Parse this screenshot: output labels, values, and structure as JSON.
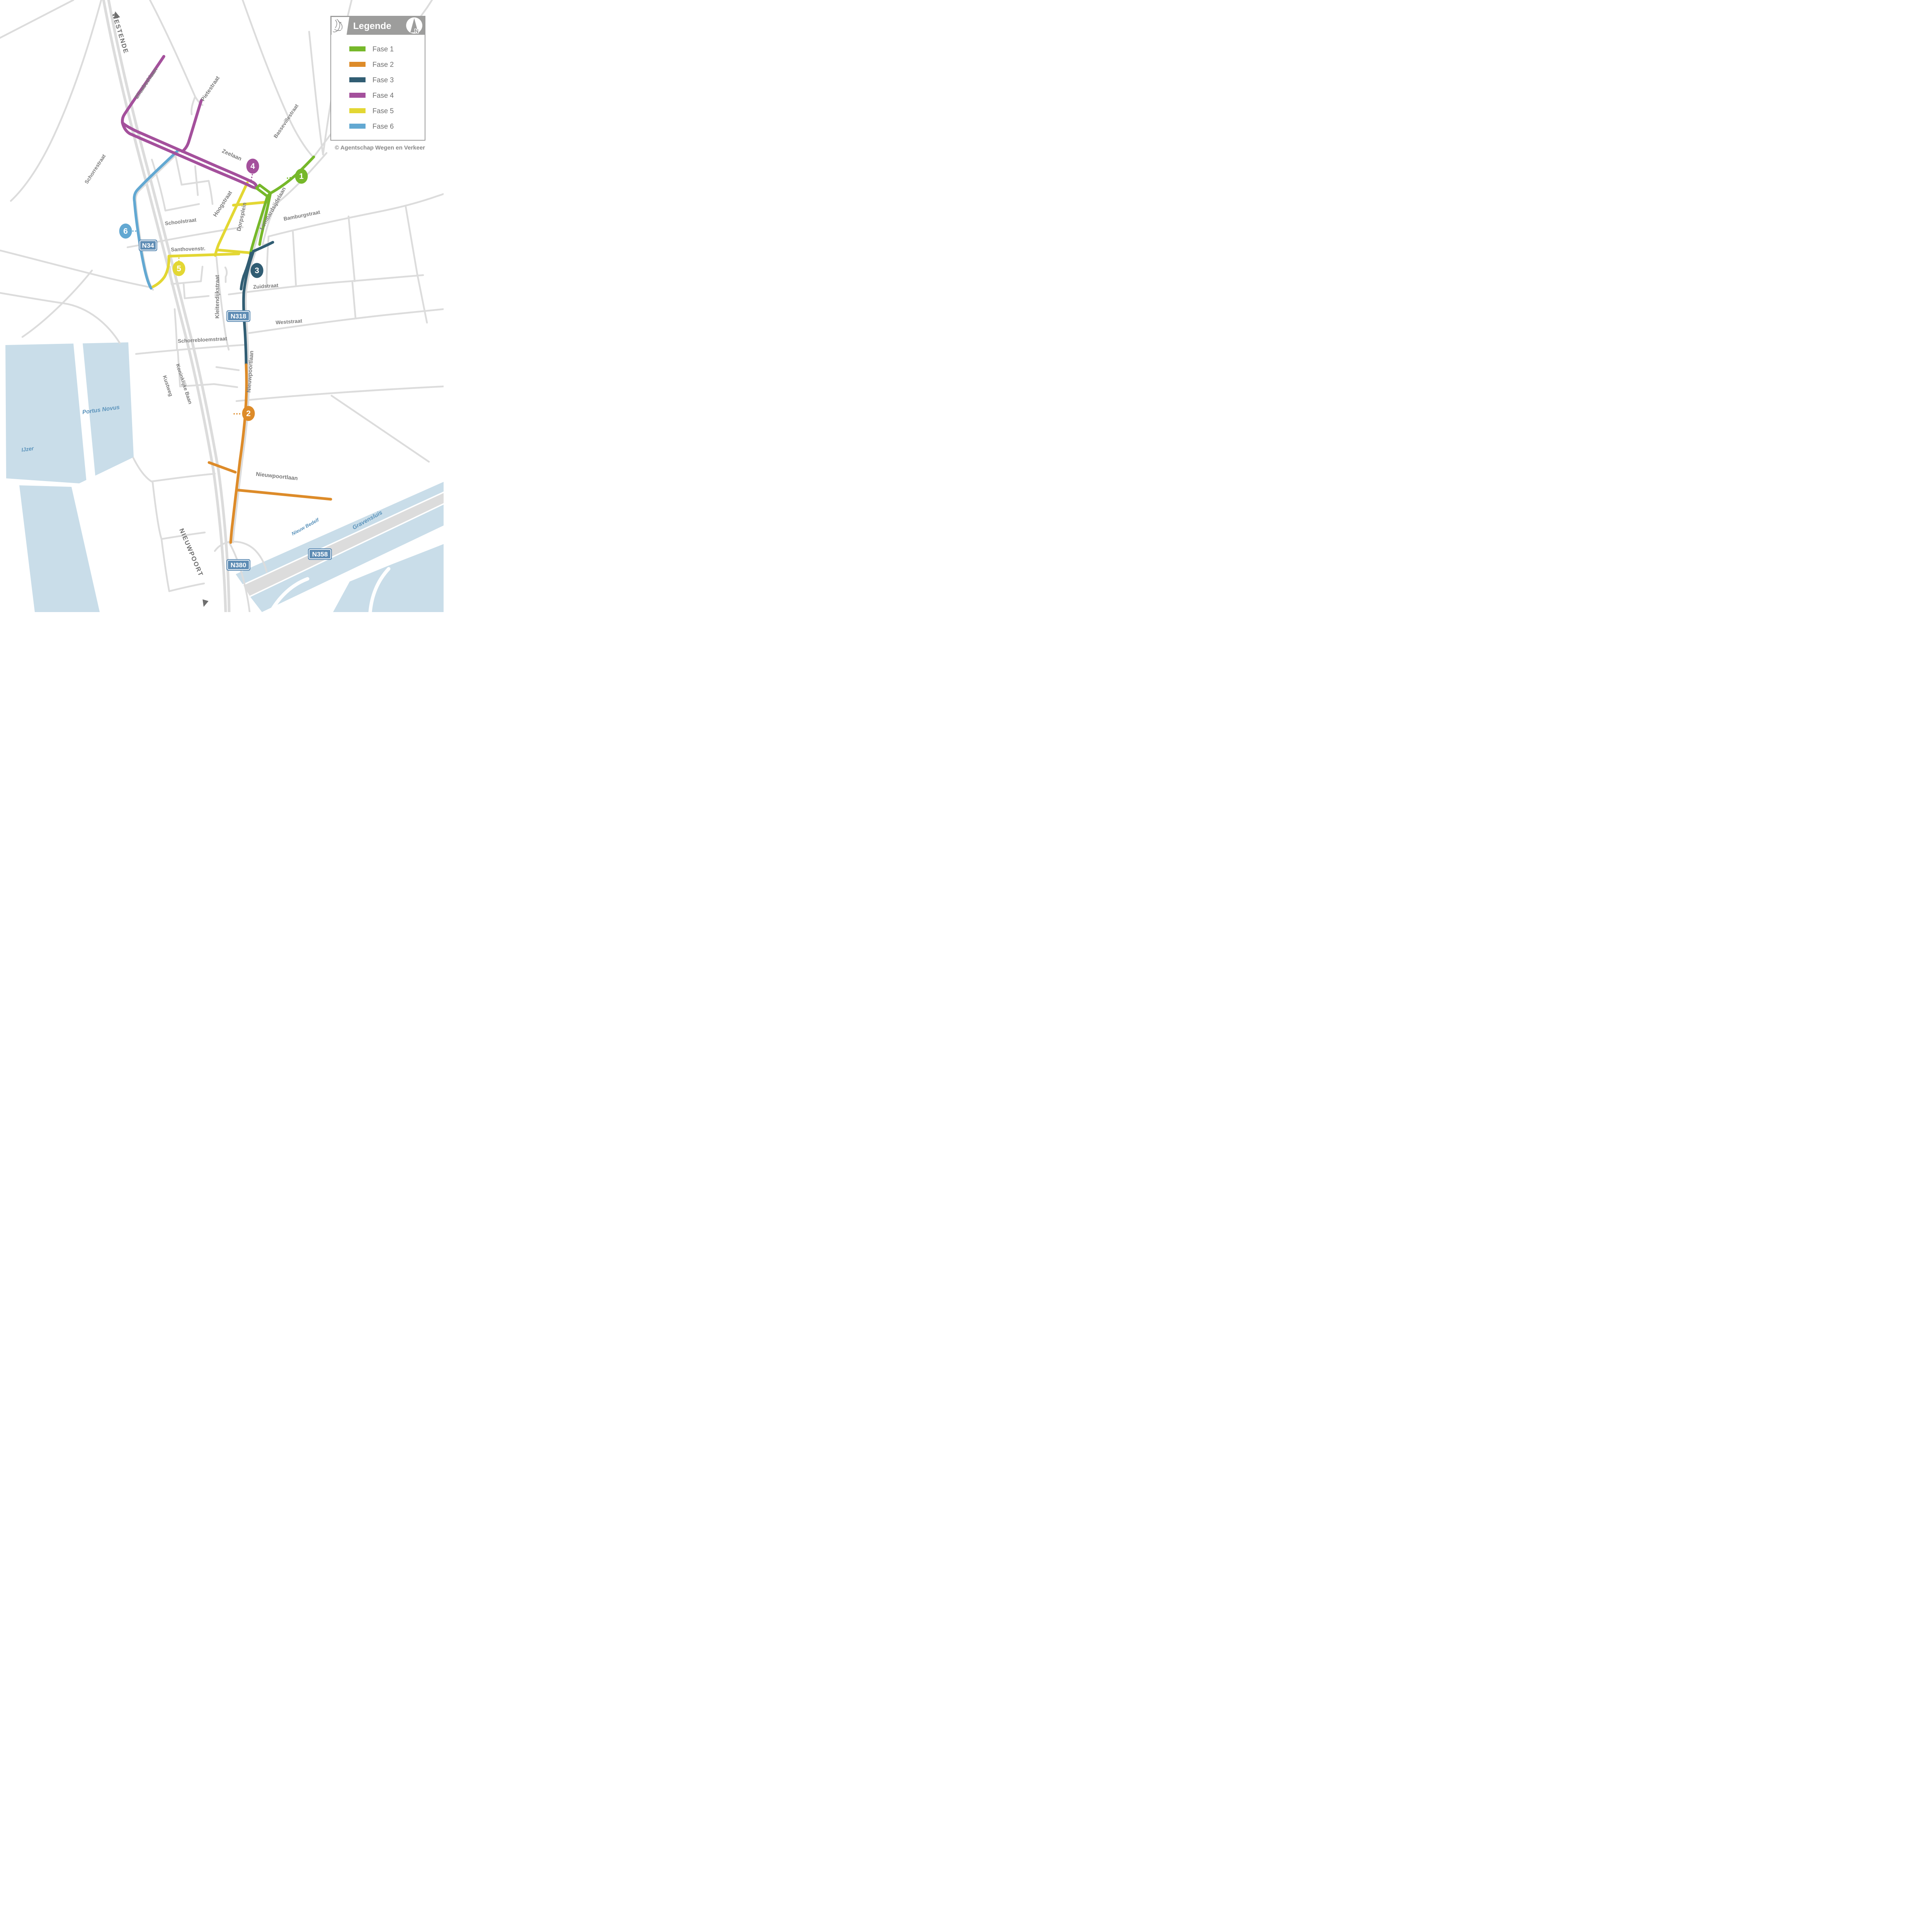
{
  "legend": {
    "title": "Legende",
    "compass": "N",
    "items": [
      {
        "label": "Fase 1",
        "color": "#76B82A"
      },
      {
        "label": "Fase 2",
        "color": "#DD8B29"
      },
      {
        "label": "Fase 3",
        "color": "#315D73"
      },
      {
        "label": "Fase 4",
        "color": "#A4509C"
      },
      {
        "label": "Fase 5",
        "color": "#E3D733"
      },
      {
        "label": "Fase 6",
        "color": "#62A8D2"
      }
    ],
    "copyright": "© Agentschap Wegen en Verkeer",
    "header_color": "#9D9D9C"
  },
  "map": {
    "colors": {
      "background": "#FFFFFF",
      "road": "#DCDCDC",
      "water": "#C9DDE9",
      "water_label": "#5B93BB",
      "street_label": "#7B7B7B",
      "direction_label": "#6E6E6E",
      "badge": "#5E8CB4"
    },
    "direction_labels": {
      "top": "WESTENDE",
      "bottom": "NIEUWPOORT"
    },
    "streets": {
      "elisabethlaan": "Elisabethlaan",
      "pietestraat": "Pietestraat",
      "zeelaan": "Zeelaan",
      "bassevillestraat": "Bassevillestraat",
      "schorrestraat": "Schorrestraat",
      "schoolstraat": "Schoolstraat",
      "hoogstraat": "Hoogstraat",
      "dorpsplein": "Dorpsplein",
      "lombardsijdelaan": "Lombardsijdelaan",
      "bamburgstraat": "Bamburgstraat",
      "santhovenstraat": "Santhovenstr.",
      "kleitendijkstraat": "Kleitendijkstraat",
      "zuidstraat": "Zuidstraat",
      "weststraat": "Weststraat",
      "schorrebloemstraat": "Schorrebloemstraat",
      "nieuwpoortlaan_north": "Nieuwpoortlaan",
      "nieuwpoortlaan_south": "Nieuwpoortlaan",
      "kustweg": "Kustweg",
      "koninklijke_baan": "Koninklijke Baan"
    },
    "water_labels": {
      "portus_novus": "Portus Novus",
      "ijzer": "IJzer",
      "nieuw_bedelf": "Nieuw Bedelf",
      "gravensluis": "Gravensluis"
    },
    "badges": {
      "n34": "N34",
      "n318": "N318",
      "n380": "N380",
      "n358": "N358"
    },
    "markers": [
      {
        "number": "1",
        "color": "#76B82A"
      },
      {
        "number": "2",
        "color": "#DD8B29"
      },
      {
        "number": "3",
        "color": "#315D73"
      },
      {
        "number": "4",
        "color": "#A4509C"
      },
      {
        "number": "5",
        "color": "#E3D733"
      },
      {
        "number": "6",
        "color": "#62A8D2"
      }
    ]
  }
}
